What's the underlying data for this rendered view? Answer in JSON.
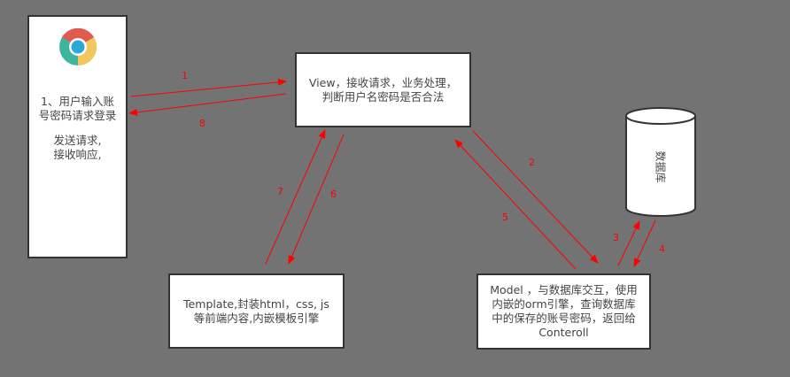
{
  "browser": {
    "line1": "1、用户输入账",
    "line2": "号密码请求登录",
    "line3": "发送请求,",
    "line4": "接收响应,"
  },
  "view": {
    "line1": "View，接收请求，业务处理，",
    "line2": "判断用户名密码是否合法"
  },
  "template": {
    "line1": "Template,封装html，css, js",
    "line2": "等前端内容,内嵌模板引擎"
  },
  "model": {
    "line1": "Model ，与数据库交互，使用",
    "line2": "内嵌的orm引擎，查询数据库",
    "line3": "中的保存的账号密码，返回给",
    "line4": "Conteroll"
  },
  "database": {
    "label": "数据库"
  },
  "arrows": {
    "a1": "1",
    "a2": "2",
    "a3": "3",
    "a4": "4",
    "a5": "5",
    "a6": "6",
    "a7": "7",
    "a8": "8"
  },
  "colors": {
    "arrow": "#ff0000",
    "background": "#737373"
  }
}
